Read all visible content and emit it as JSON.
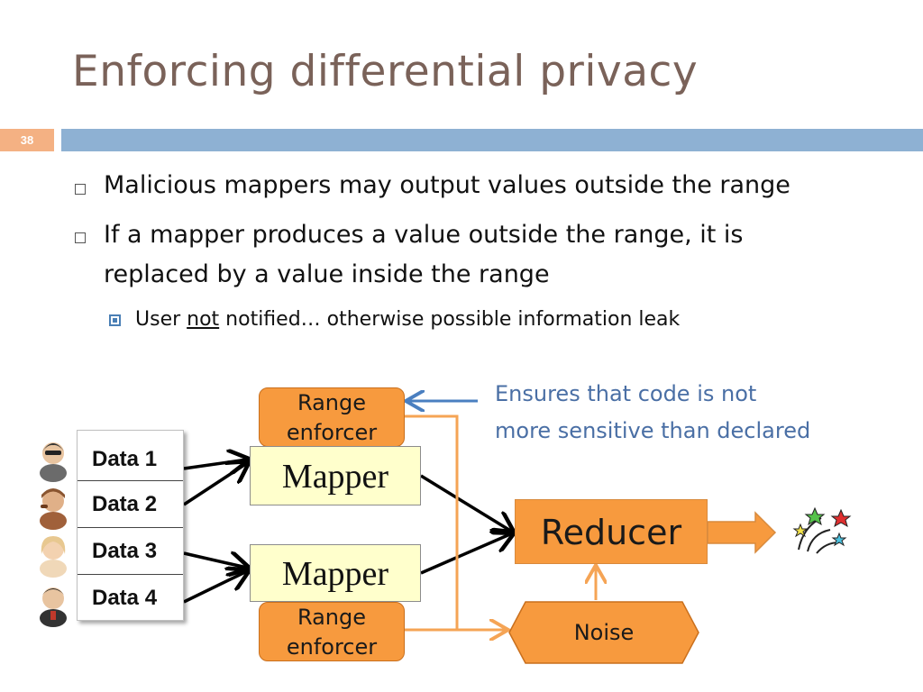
{
  "slide": {
    "title": "Enforcing differential privacy",
    "number": "38"
  },
  "bullets": [
    {
      "text": "Malicious mappers may output values outside the range"
    },
    {
      "text_line1": "If a mapper produces a value outside the range, it is",
      "text_line2": "replaced by a value inside the range"
    }
  ],
  "sub_bullet": {
    "prefix": "User ",
    "underlined": "not",
    "suffix": " notified… otherwise possible information leak"
  },
  "diagram": {
    "range_enforcer_top": {
      "line1": "Range",
      "line2": "enforcer"
    },
    "range_enforcer_bottom": {
      "line1": "Range",
      "line2": "enforcer"
    },
    "mapper_top": "Mapper",
    "mapper_bottom": "Mapper",
    "reducer": "Reducer",
    "noise": "Noise",
    "annotation": {
      "line1": "Ensures that code is not",
      "line2": "more sensitive than declared"
    },
    "data_items": [
      "Data 1",
      "Data 2",
      "Data 3",
      "Data 4"
    ],
    "colors": {
      "orange": "#f79a3e",
      "mapper_fill": "#ffffcc",
      "connector_orange": "#f5a455",
      "annotation_blue": "#4a6fa5",
      "title_bar_blue": "#8eb1d3"
    },
    "icons": [
      "user-avatar-icon",
      "user-avatar-icon",
      "user-avatar-icon",
      "user-avatar-icon",
      "fireworks-icon"
    ]
  }
}
